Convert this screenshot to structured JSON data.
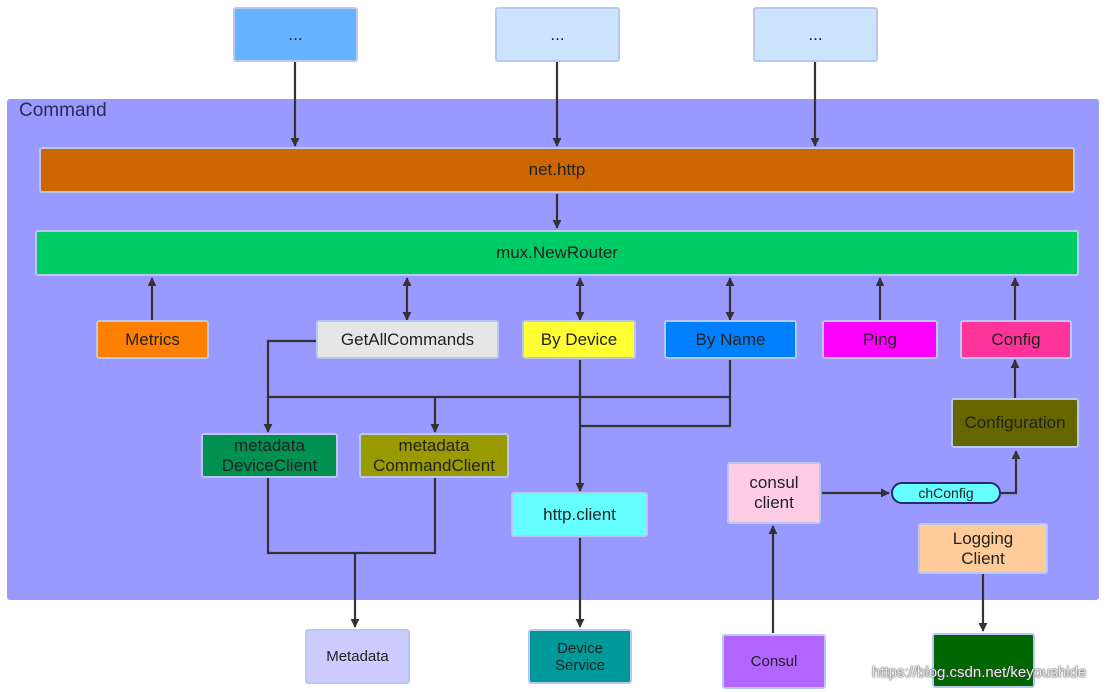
{
  "container": {
    "label": "Command"
  },
  "nodes": {
    "top_left": {
      "label": "...",
      "color": "#66b3ff"
    },
    "top_mid": {
      "label": "...",
      "color": "#cce4ff"
    },
    "top_right": {
      "label": "...",
      "color": "#cce4ff"
    },
    "net_http": {
      "label": "net.http",
      "color": "#cc6600"
    },
    "mux_router": {
      "label": "mux.NewRouter",
      "color": "#00cc66"
    },
    "metrics": {
      "label": "Metrics",
      "color": "#ff8000"
    },
    "get_all_commands": {
      "label": "GetAllCommands",
      "color": "#e6e6e6"
    },
    "by_device": {
      "label": "By Device",
      "color": "#ffff33"
    },
    "by_name": {
      "label": "By Name",
      "color": "#0080ff"
    },
    "ping": {
      "label": "Ping",
      "color": "#ff00ff"
    },
    "config": {
      "label": "Config",
      "color": "#ff3399"
    },
    "configuration": {
      "label": "Configuration",
      "color": "#666600"
    },
    "metadata_device_client": {
      "label": "metadata\nDeviceClient",
      "color": "#009050"
    },
    "metadata_command_client": {
      "label": "metadata\nCommandClient",
      "color": "#999900"
    },
    "http_client": {
      "label": "http.client",
      "color": "#66ffff"
    },
    "consul_client": {
      "label": "consul\nclient",
      "color": "#ffcce6"
    },
    "ch_config": {
      "label": "chConfig",
      "color": "#66ffff"
    },
    "logging_client": {
      "label": "Logging\nClient",
      "color": "#ffcc99"
    },
    "metadata": {
      "label": "Metadata",
      "color": "#ccccff"
    },
    "device_service": {
      "label": "Device\nService",
      "color": "#009999"
    },
    "consul": {
      "label": "Consul",
      "color": "#b366ff"
    },
    "logging": {
      "label": "",
      "color": "#006600"
    }
  },
  "watermark": "https://blog.csdn.net/keyoushide"
}
